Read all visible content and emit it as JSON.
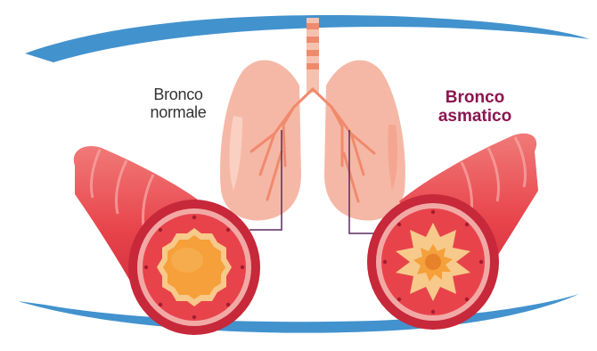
{
  "labels": {
    "normal": {
      "line1": "Bronco",
      "line2": "normale"
    },
    "asthmatic": {
      "line1": "Bronco",
      "line2": "asmatico"
    }
  },
  "colors": {
    "frame_stroke": "#2e86c9",
    "lung_fill": "#f6b8a6",
    "lung_shade": "#f39a84",
    "bronchus_wall": "#e8434b",
    "bronchus_dark": "#c7283a",
    "lumen_normal": "#f5a03a",
    "lumen_asthmatic": "#f7c98a",
    "asthma_label": "#8a1650",
    "leader_line": "#5b2a5e"
  }
}
